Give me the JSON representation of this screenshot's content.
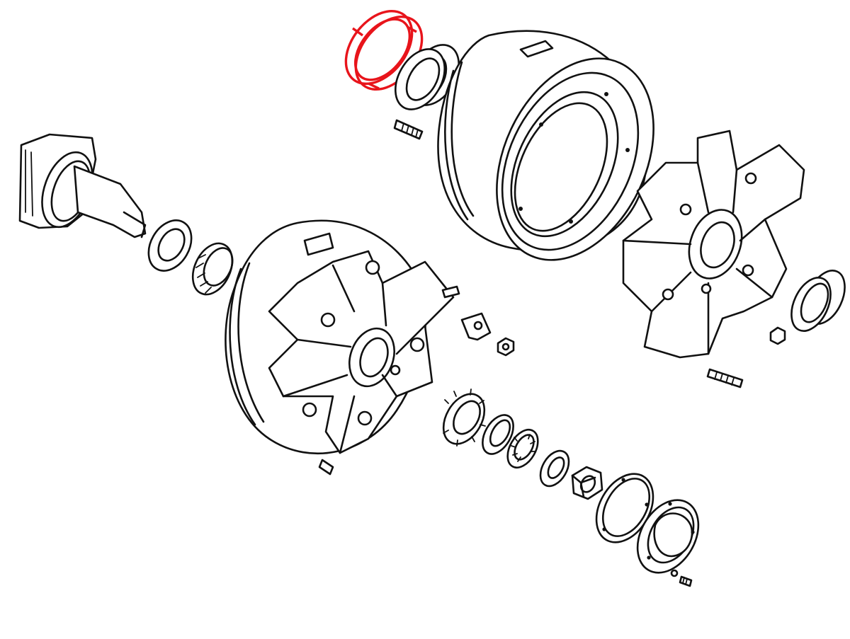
{
  "highlight_color": "#e8141b",
  "line_color": "#111111",
  "background": "#ffffff",
  "highlighted_part": "oil-seal-ring",
  "parts": [
    "oil-seal-ring",
    "outer-bearing-race",
    "wheel-stud",
    "brake-drum",
    "spindle-axle",
    "spacer-washer",
    "inner-tapered-bearing",
    "wheel-hub-assembly",
    "hub-flange-spider",
    "bearing-cup",
    "wheel-nut",
    "hub-bolt-stud",
    "lock-tab",
    "small-nut",
    "castle-nut",
    "lock-washer",
    "needle-thrust-bearing",
    "flat-washer",
    "hex-nut",
    "hub-cap-gasket",
    "hub-cap",
    "cap-screw"
  ]
}
